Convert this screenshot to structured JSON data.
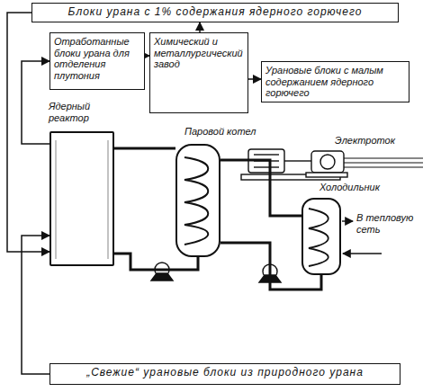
{
  "diagram": {
    "nodes": [
      {
        "text": [
          "Блоки урана с 1% содержания ядерного горючего"
        ]
      },
      {
        "text": [
          "Отработанные блоки урана для отделения плутония"
        ]
      },
      {
        "text": [
          "Химический и металлургический завод"
        ]
      },
      {
        "text": [
          "Урановые блоки с малым содержанием ядерного горючего"
        ]
      },
      {
        "text": [
          "Ядерный реактор"
        ]
      },
      {
        "text": [
          "Паровой котел"
        ]
      },
      {
        "text": [
          "Холодильник"
        ]
      },
      {
        "text": [
          "„Свежие“ урановые блоки из природного урана"
        ]
      }
    ],
    "edges": [
      {
        "from": 1,
        "to": 2,
        "arrow": "to"
      },
      {
        "from": 4,
        "to": 1,
        "arrow": "to"
      },
      {
        "from": 0,
        "to": 4,
        "arrow": "to"
      },
      {
        "from": 2,
        "to": 0,
        "arrow": "to"
      },
      {
        "from": 2,
        "to": 3,
        "arrow": "to"
      },
      {
        "from": 7,
        "to": 4,
        "arrow": "to"
      },
      {
        "from": 4,
        "to": 5,
        "arrow": "none"
      },
      {
        "from": 5,
        "to": 4,
        "arrow": "none"
      },
      {
        "from": 5,
        "to": 6,
        "arrow": "none"
      },
      {
        "from": 6,
        "to": 5,
        "arrow": "none"
      }
    ],
    "labels": [
      "Электроток",
      "В тепловую сеть"
    ]
  }
}
